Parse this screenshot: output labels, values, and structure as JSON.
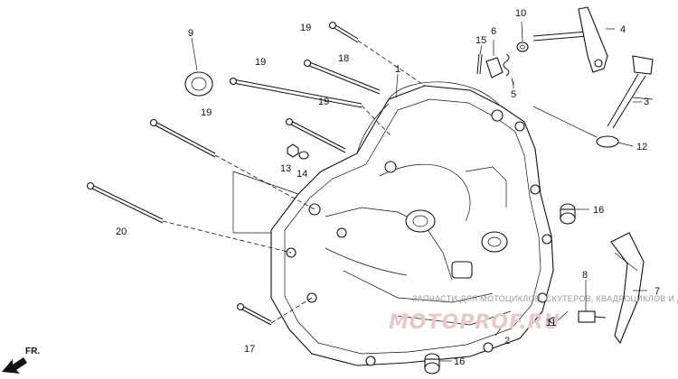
{
  "callouts": [
    {
      "id": "p1",
      "text": "1"
    },
    {
      "id": "p2",
      "text": "2"
    },
    {
      "id": "p3",
      "text": "3"
    },
    {
      "id": "p4",
      "text": "4"
    },
    {
      "id": "p5",
      "text": "5"
    },
    {
      "id": "p6",
      "text": "6"
    },
    {
      "id": "p7",
      "text": "7"
    },
    {
      "id": "p8",
      "text": "8"
    },
    {
      "id": "p9",
      "text": "9"
    },
    {
      "id": "p10",
      "text": "10"
    },
    {
      "id": "p11",
      "text": "11"
    },
    {
      "id": "p12",
      "text": "12"
    },
    {
      "id": "p13",
      "text": "13"
    },
    {
      "id": "p14",
      "text": "14"
    },
    {
      "id": "p15",
      "text": "15"
    },
    {
      "id": "p16a",
      "text": "16"
    },
    {
      "id": "p16b",
      "text": "16"
    },
    {
      "id": "p17",
      "text": "17"
    },
    {
      "id": "p18",
      "text": "18"
    },
    {
      "id": "p19a",
      "text": "19"
    },
    {
      "id": "p19b",
      "text": "19"
    },
    {
      "id": "p19c",
      "text": "19"
    },
    {
      "id": "p19d",
      "text": "19"
    },
    {
      "id": "p20",
      "text": "20"
    }
  ],
  "direction_label": "FR.",
  "watermark_text": "ЗАПЧАСТИ ДЛЯ МОТОЦИКЛОВ, СКУТЕРОВ, КВАДРОЦИКЛОВ И ДРУГОЙ МОТОТЕХНИКИ",
  "watermark_logo": "MOTOPROF.RU",
  "colors": {
    "line": "#111111",
    "background": "#ffffff",
    "watermark": "#9a9a9a",
    "logo": "#e8c9c9"
  }
}
